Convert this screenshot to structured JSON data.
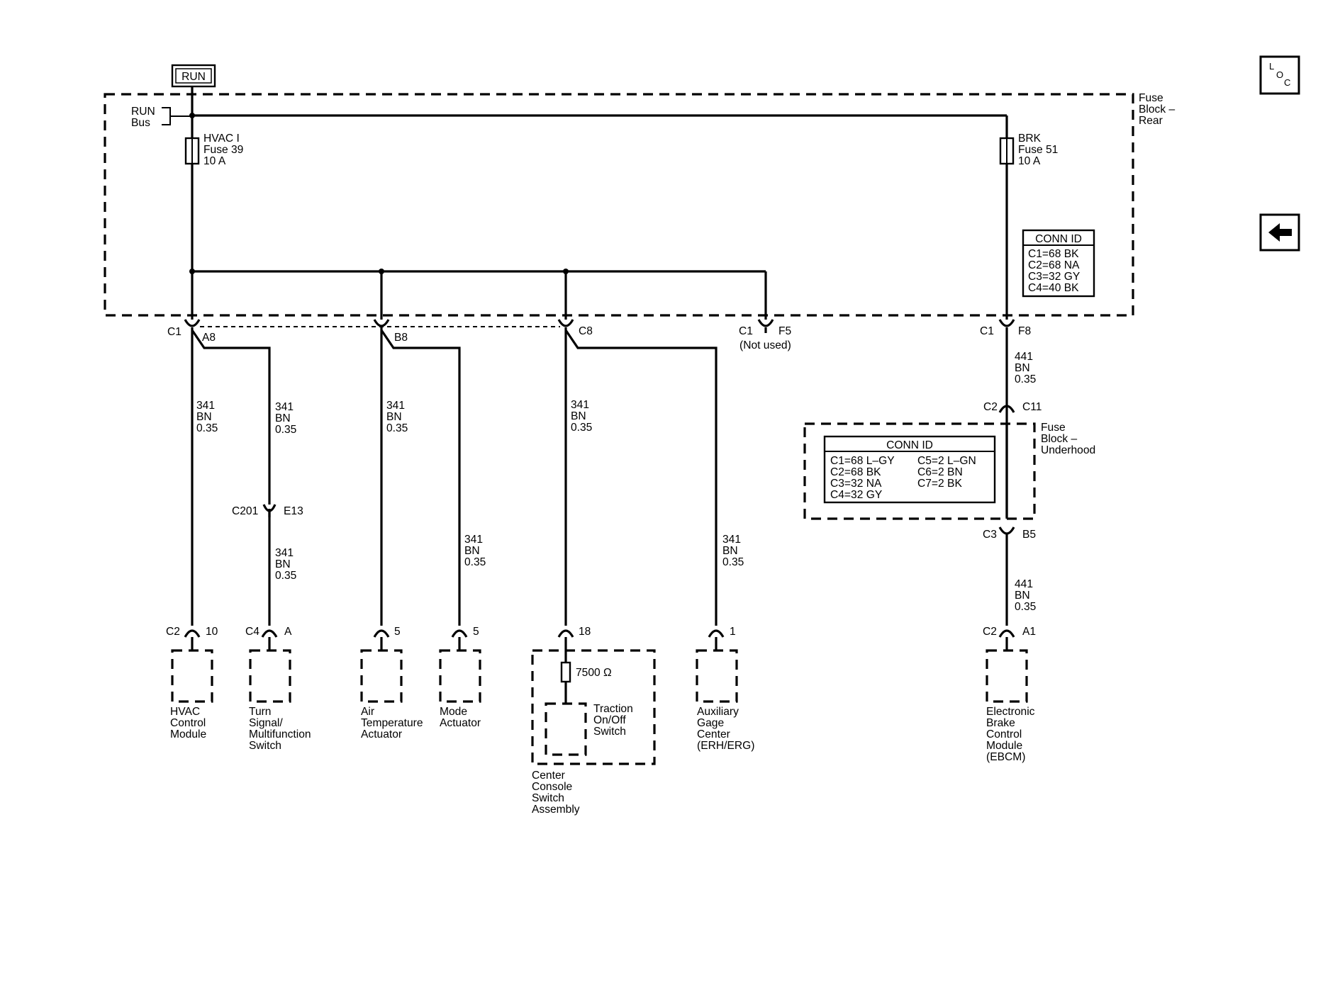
{
  "power_source": "RUN",
  "fuse_block_rear": {
    "label": [
      "Fuse",
      "Block –",
      "Rear"
    ],
    "bus_label": [
      "RUN",
      "Bus"
    ],
    "fuse_hvac": [
      "HVAC I",
      "Fuse 39",
      "10 A"
    ],
    "fuse_brk": [
      "BRK",
      "Fuse 51",
      "10 A"
    ],
    "conn_id": {
      "title": "CONN ID",
      "items": [
        "C1=68 BK",
        "C2=68 NA",
        "C3=32 GY",
        "C4=40 BK"
      ]
    }
  },
  "connectors": {
    "c1_a8": [
      "C1",
      "A8"
    ],
    "b8": "B8",
    "c8": "C8",
    "c1_f5": [
      "C1",
      "F5"
    ],
    "not_used": "(Not used)",
    "c1_f8": [
      "C1",
      "F8"
    ],
    "c2_c11": [
      "C2",
      "C11"
    ],
    "c3_b5": [
      "C3",
      "B5"
    ],
    "c201_e13": [
      "C201",
      "E13"
    ]
  },
  "wires": {
    "w341": [
      "341",
      "BN",
      "0.35"
    ],
    "w441": [
      "441",
      "BN",
      "0.35"
    ]
  },
  "fuse_block_underhood": {
    "label": [
      "Fuse",
      "Block –",
      "Underhood"
    ],
    "conn_id": {
      "title": "CONN ID",
      "col1": [
        "C1=68 L–GY",
        "C2=68 BK",
        "C3=32 NA",
        "C4=32 GY"
      ],
      "col2": [
        "C5=2 L–GN",
        "C6=2 BN",
        "C7=2 BK"
      ]
    }
  },
  "components": {
    "hvac": {
      "conn": [
        "C2",
        "10"
      ],
      "label": [
        "HVAC",
        "Control",
        "Module"
      ]
    },
    "turn": {
      "conn": [
        "C4",
        "A"
      ],
      "label": [
        "Turn",
        "Signal/",
        "Multifunction",
        "Switch"
      ]
    },
    "air": {
      "conn": [
        "5"
      ],
      "label": [
        "Air",
        "Temperature",
        "Actuator"
      ]
    },
    "mode": {
      "conn": [
        "5"
      ],
      "label": [
        "Mode",
        "Actuator"
      ]
    },
    "console": {
      "conn": [
        "18"
      ],
      "resistor": "7500 Ω",
      "switch_label": [
        "Traction",
        "On/Off",
        "Switch"
      ],
      "label": [
        "Center",
        "Console",
        "Switch",
        "Assembly"
      ]
    },
    "aux": {
      "conn": [
        "1"
      ],
      "label": [
        "Auxiliary",
        "Gage",
        "Center",
        "(ERH/ERG)"
      ]
    },
    "ebcm": {
      "conn": [
        "C2",
        "A1"
      ],
      "label": [
        "Electronic",
        "Brake",
        "Control",
        "Module",
        "(EBCM)"
      ]
    }
  },
  "nav": {
    "loc_button": [
      "L",
      "O",
      "C"
    ],
    "back_icon": "left-arrow-icon"
  }
}
